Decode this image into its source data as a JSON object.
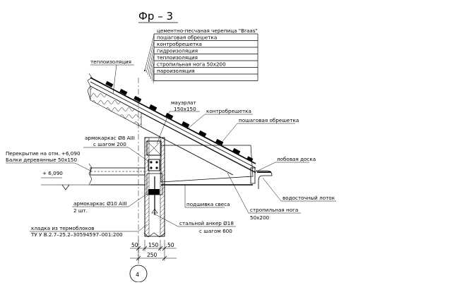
{
  "title": "Фр – 3",
  "layers": [
    "цементно-песчаная черепица \"Braas\"",
    "пошаговая обрешетка",
    "контробрешетка",
    "гидроизоляция",
    "теплоизоляция",
    "стропильная нога 50х200",
    "пароизоляция"
  ],
  "labels": {
    "insulation": "теплоизоляция",
    "mauerlat_1": "мауэрлат",
    "mauerlat_2": "150х150",
    "counter_batten": "контробрешетка",
    "step_batten": "пошаговая обрешетка",
    "fascia": "лобовая доска",
    "rebar_top_1": "армокаркас Ø8 АIII",
    "rebar_top_2": "с шагом 200",
    "floor_1": "Перекрытие на отм. +6,090",
    "floor_2": "Балки деревянные 50х150",
    "level": "+ 6,090",
    "gutter": "водосточный лоток",
    "soffit": "подшивка свеса",
    "rafter_1": "стропильная нога",
    "rafter_2": "50х200",
    "rebar_bottom_1": "армокаркас Ø10 АIII",
    "rebar_bottom_2": "2 шт.",
    "anchor_1": "стальной анкер Ø18",
    "anchor_2": "с шагом 600",
    "blocks_1": "кладка из термоблоков",
    "blocks_2": "ТУ У В.2.7–25.2–30594597–001:200"
  },
  "dimensions": {
    "d1": "50",
    "d2": "150",
    "d3": "50",
    "total": "250"
  },
  "axis": "4"
}
